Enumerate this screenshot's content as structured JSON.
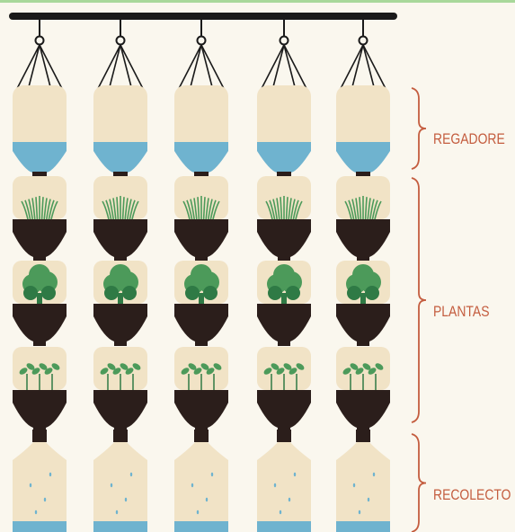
{
  "labels": {
    "regadores": "REGADORE",
    "plantas": "PLANTAS",
    "recolectores": "RECOLECTO"
  },
  "columns": 5,
  "colors": {
    "background": "#faf7ee",
    "bottle_body": "#f1e3c6",
    "water": "#6fb3cf",
    "soil": "#2b1e1b",
    "plant_green": "#4c9a5a",
    "leaf_dark": "#2f7a45",
    "rod": "#1a1a1a",
    "bracket": "#c45d3f",
    "label_text": "#c45d3f",
    "frame_green": "#a8d89a"
  },
  "icons": [
    "hanging-wire-icon",
    "sprout-icon",
    "lettuce-icon",
    "seedling-icon"
  ]
}
